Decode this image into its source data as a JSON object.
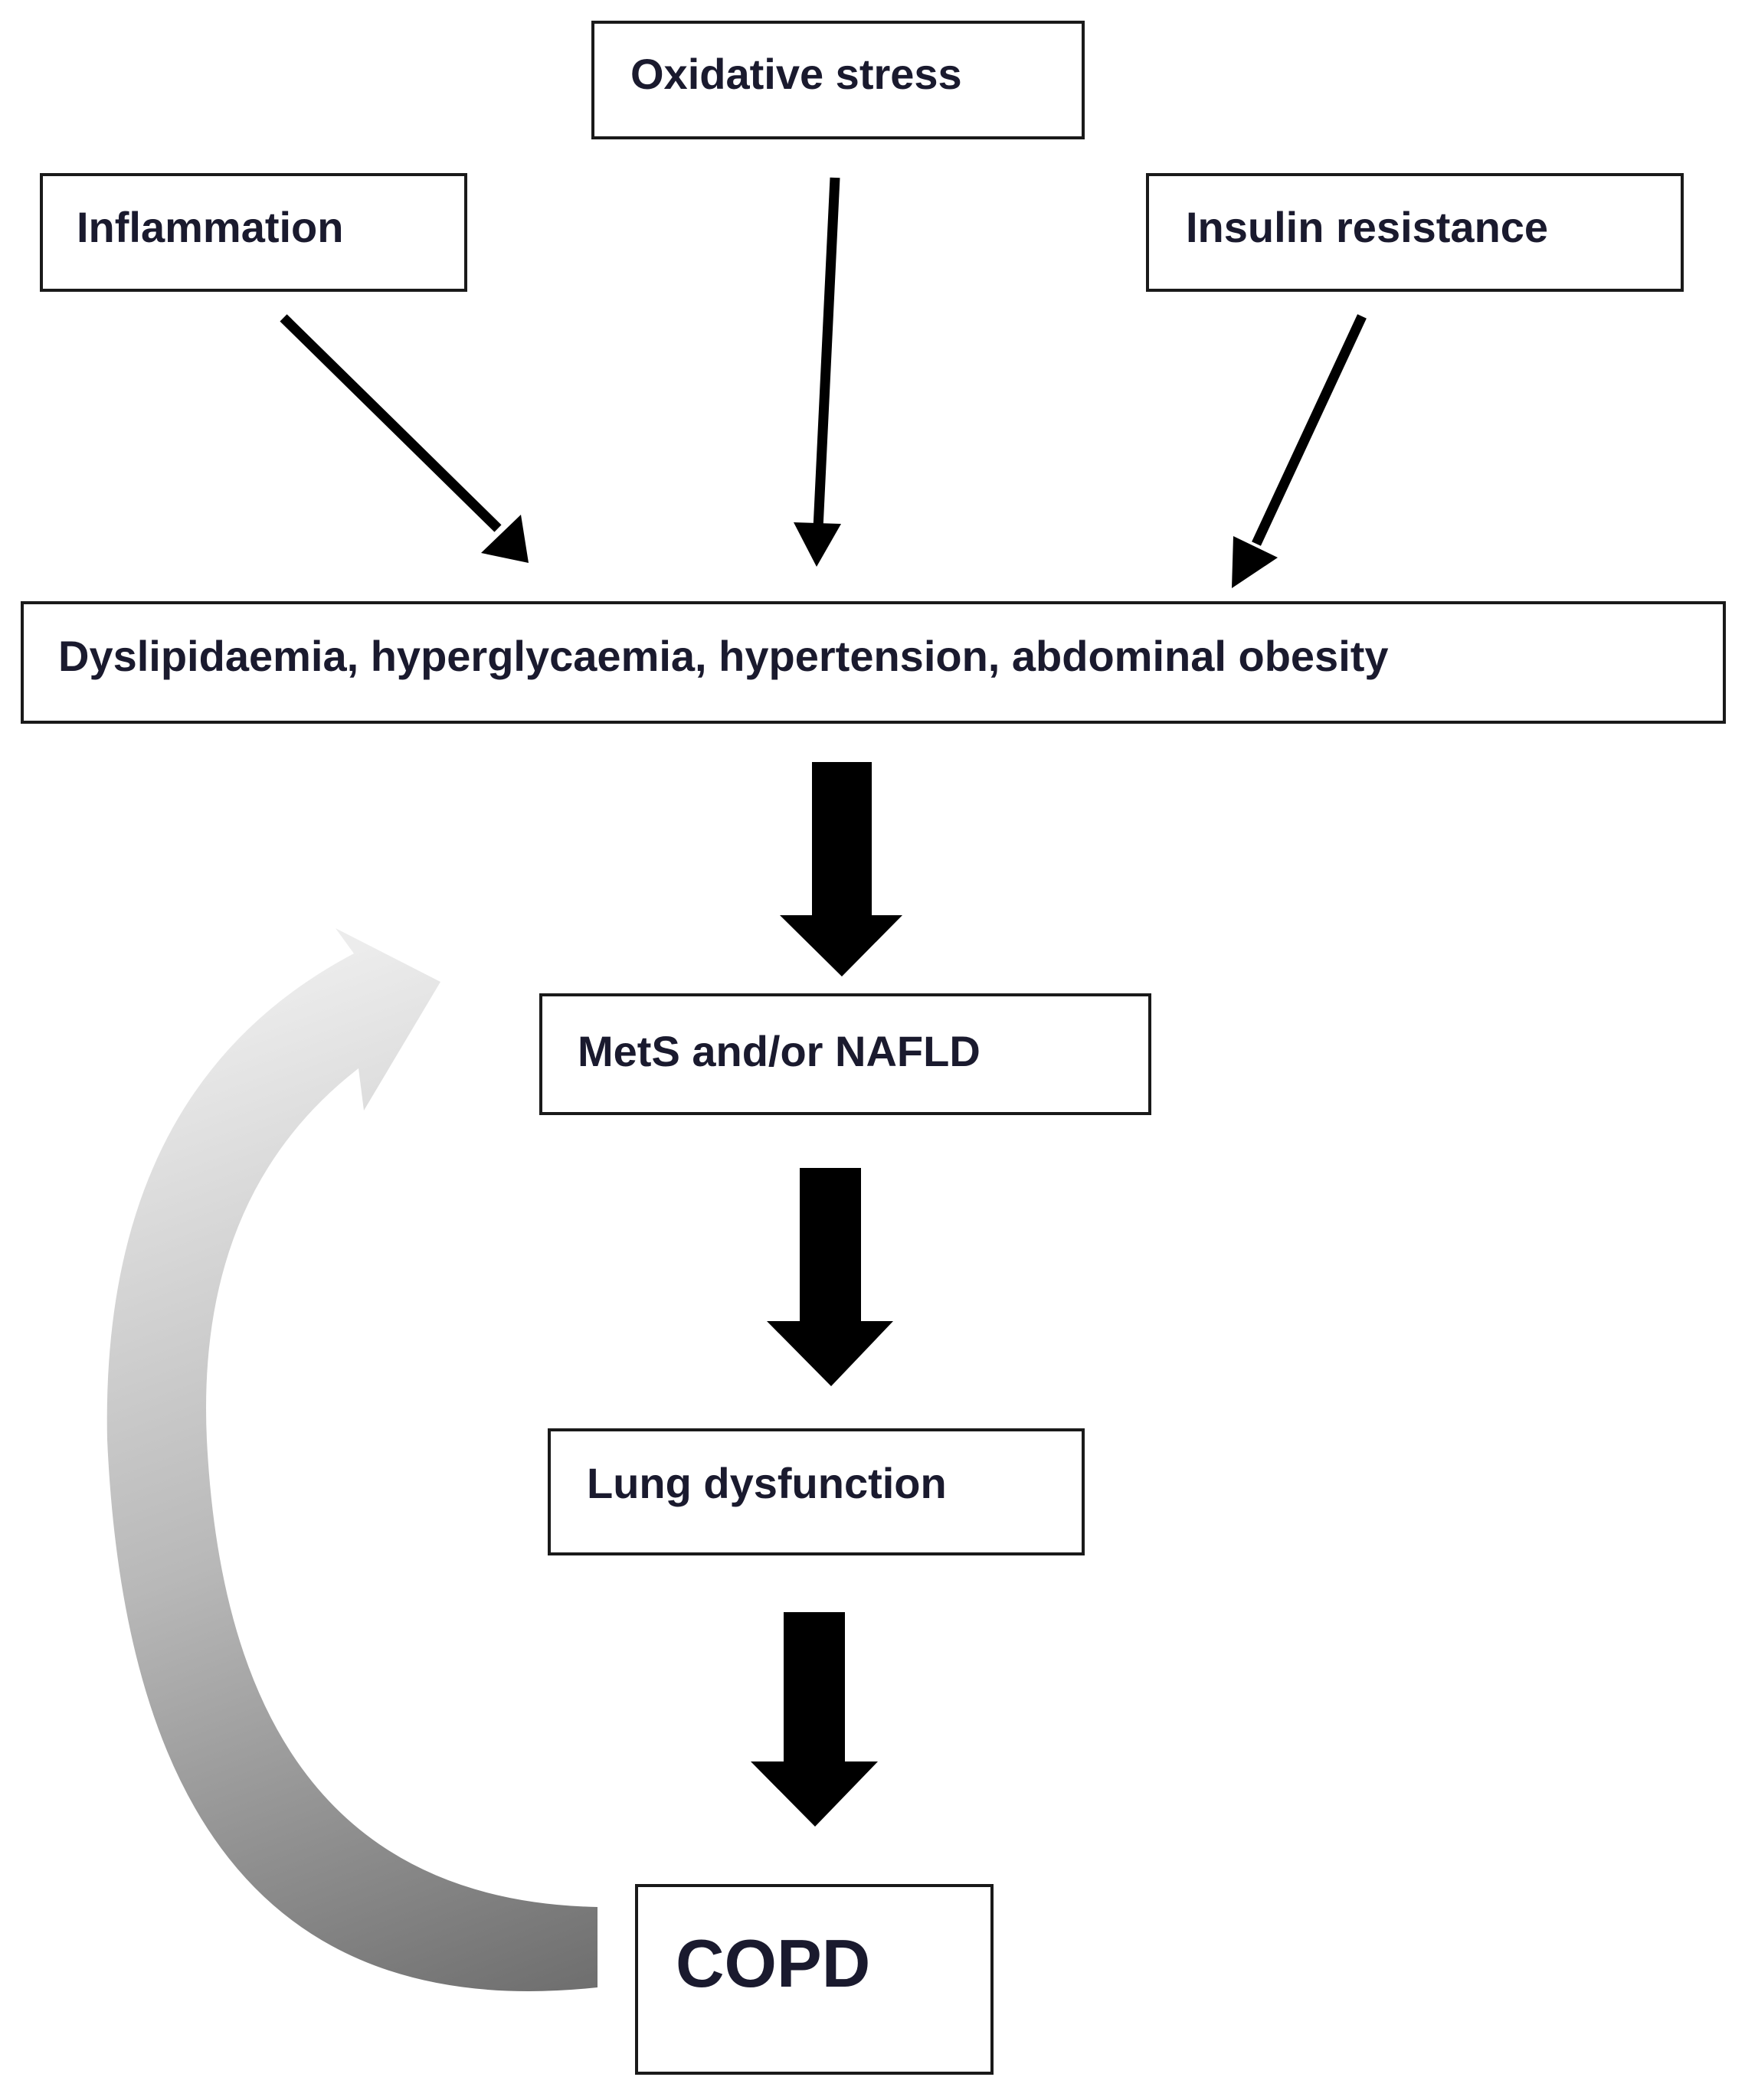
{
  "nodes": {
    "oxidative_stress": "Oxidative stress",
    "inflammation": "Inflammation",
    "insulin_resistance": "Insulin resistance",
    "metabolic_factors": "Dyslipidaemia, hyperglycaemia, hypertension, abdominal obesity",
    "mets_nafld": "MetS and/or NAFLD",
    "lung_dysfunction": "Lung dysfunction",
    "copd": "COPD"
  },
  "edges": [
    {
      "from": "inflammation",
      "to": "metabolic_factors",
      "style": "thin-arrow"
    },
    {
      "from": "oxidative_stress",
      "to": "metabolic_factors",
      "style": "thin-arrow"
    },
    {
      "from": "insulin_resistance",
      "to": "metabolic_factors",
      "style": "thin-arrow"
    },
    {
      "from": "metabolic_factors",
      "to": "mets_nafld",
      "style": "block-arrow"
    },
    {
      "from": "mets_nafld",
      "to": "lung_dysfunction",
      "style": "block-arrow"
    },
    {
      "from": "lung_dysfunction",
      "to": "copd",
      "style": "block-arrow"
    },
    {
      "from": "copd",
      "to": "mets_nafld",
      "style": "curved-gradient-arrow"
    }
  ],
  "colors": {
    "box_stroke": "#1a1a1a",
    "text": "#1a1a2e",
    "arrow": "#000000",
    "feedback_light": "#e6e6e6",
    "feedback_dark": "#7a7a7a"
  }
}
